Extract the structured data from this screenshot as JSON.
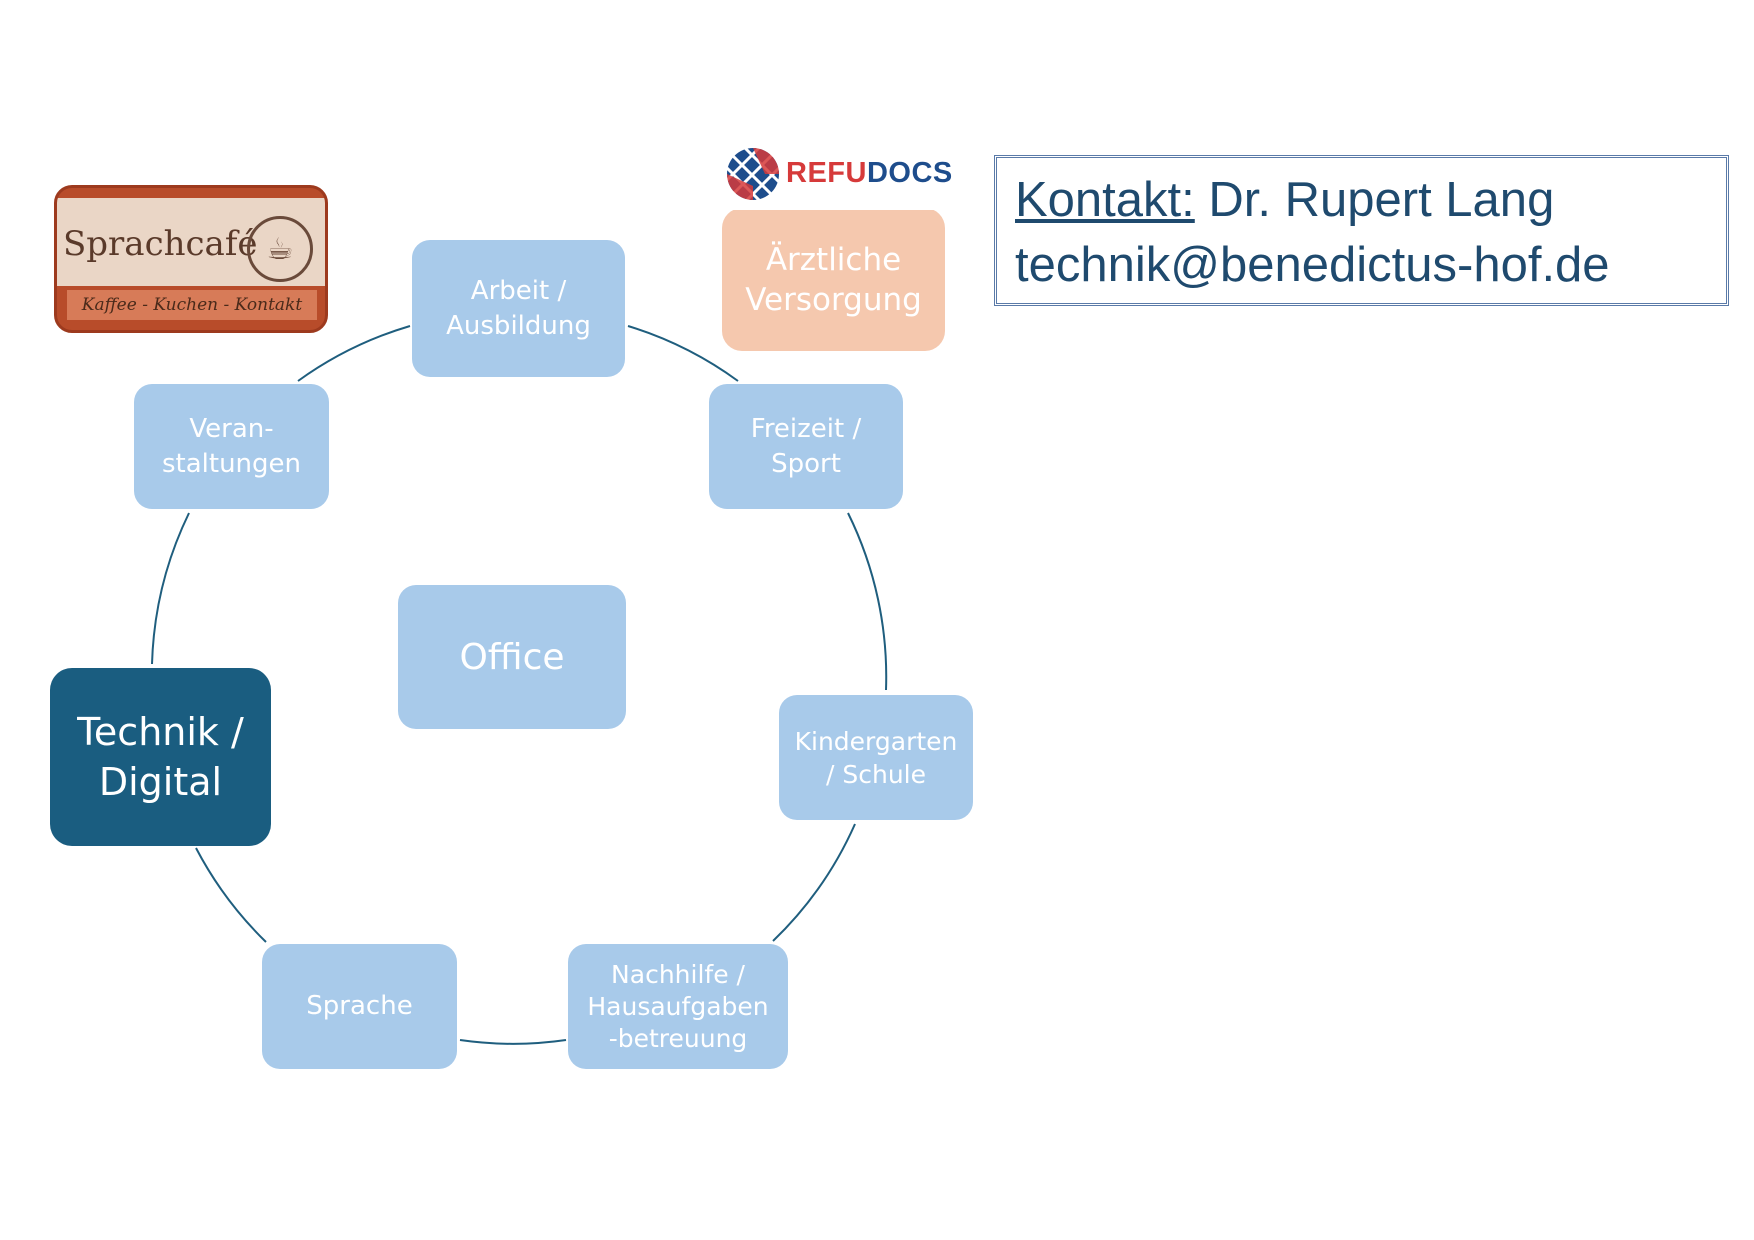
{
  "diagram": {
    "center": "Office",
    "nodes": [
      {
        "id": "arbeit",
        "label": "Arbeit /\nAusbildung"
      },
      {
        "id": "freizeit",
        "label": "Freizeit /\nSport"
      },
      {
        "id": "kindergarten",
        "label": "Kindergarten\n/ Schule"
      },
      {
        "id": "nachhilfe",
        "label": "Nachhilfe  /\nHausaufgaben\n-betreuung"
      },
      {
        "id": "sprache",
        "label": "Sprache"
      },
      {
        "id": "technik",
        "label": "Technik /\nDigital"
      },
      {
        "id": "veranstaltungen",
        "label": "Veran-\nstaltungen"
      },
      {
        "id": "aerztliche",
        "label": "Ärztliche\nVersorgung"
      }
    ]
  },
  "logos": {
    "sprachcafe": {
      "title": "Sprachcafé",
      "tagline": "Kaffee - Kuchen - Kontakt"
    },
    "refudocs": {
      "part1": "REFU",
      "part2": "DOCS"
    }
  },
  "contact": {
    "label": "Kontakt:",
    "name": " Dr. Rupert Lang",
    "email": "technik@benedictus-hof.de"
  },
  "colors": {
    "node": "#a8caea",
    "highlight": "#1a5d80",
    "peach": "#f5c8ae",
    "ring": "#1f5e7e",
    "contact_text": "#1f4a6e"
  }
}
